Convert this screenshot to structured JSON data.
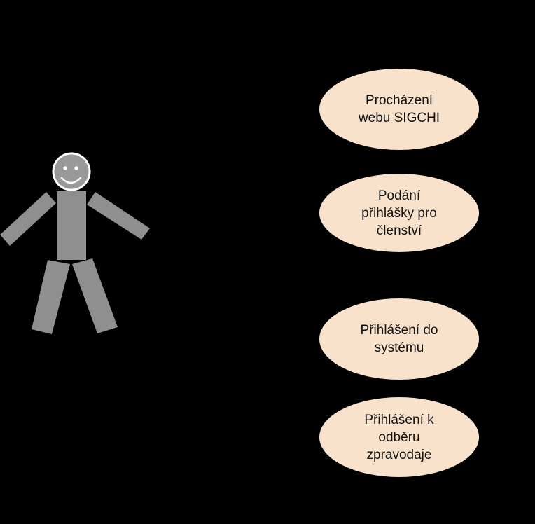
{
  "colors": {
    "background": "#000000",
    "usecase_fill": "#f8e2cb",
    "actor_fill": "#8f8f8f",
    "face_fill": "#999999",
    "face_outline": "#ffffff"
  },
  "actor": {
    "icon": "stick-figure-user-icon"
  },
  "use_cases": [
    {
      "label": "Procházení\nwebu SIGCHI"
    },
    {
      "label": "Podání\npřihlášky pro\nčlenství"
    },
    {
      "label": "Přihlášení do\nsystému"
    },
    {
      "label": "Přihlášení k\nodběru\nzpravodaje"
    }
  ]
}
